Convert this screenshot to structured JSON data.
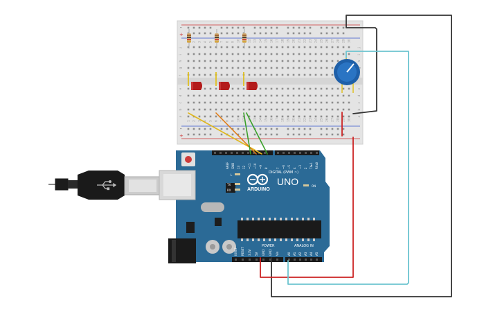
{
  "board": {
    "brand": "ARDUINO",
    "model": "UNO",
    "on_label": "ON",
    "tx_label": "TX",
    "rx_label": "RX",
    "l_label": "L",
    "digital_label": "DIGITAL (PWM ~)",
    "power_label": "POWER",
    "analog_label": "ANALOG IN",
    "digital_pins": [
      "AREF",
      "GND",
      "13",
      "12",
      "~11",
      "~10",
      "~9",
      "8",
      "7",
      "~6",
      "~5",
      "4",
      "~3",
      "2",
      "TX▸1",
      "RX◂0"
    ],
    "power_pins": [
      "IOREF",
      "RESET",
      "3.3V",
      "5V",
      "GND",
      "GND",
      "Vin"
    ],
    "analog_pins": [
      "A0",
      "A1",
      "A2",
      "A3",
      "A4",
      "A5"
    ]
  },
  "breadboard": {
    "row_letters_top": [
      "j",
      "i",
      "h",
      "g",
      "f"
    ],
    "row_letters_bottom": [
      "e",
      "d",
      "c",
      "b",
      "a"
    ],
    "column_numbers": [
      "1",
      "2",
      "3",
      "4",
      "5",
      "6",
      "7",
      "8",
      "9",
      "10",
      "11",
      "12",
      "13",
      "14",
      "15",
      "16",
      "17",
      "18",
      "19",
      "20",
      "21",
      "22",
      "23",
      "24",
      "25",
      "26",
      "27",
      "28",
      "29",
      "30"
    ],
    "rail_plus": "+",
    "rail_minus": "-"
  },
  "colors": {
    "board": "#2b6a96",
    "breadboard": "#e4e4e4",
    "wire_black": "#333333",
    "wire_red": "#cc2222",
    "wire_cyan": "#6cc4cf",
    "wire_yellow": "#e0b81e",
    "wire_orange": "#e07b14",
    "wire_green": "#3aa02a",
    "led": "#b31b1b",
    "potentiometer": "#1e5fa8"
  }
}
